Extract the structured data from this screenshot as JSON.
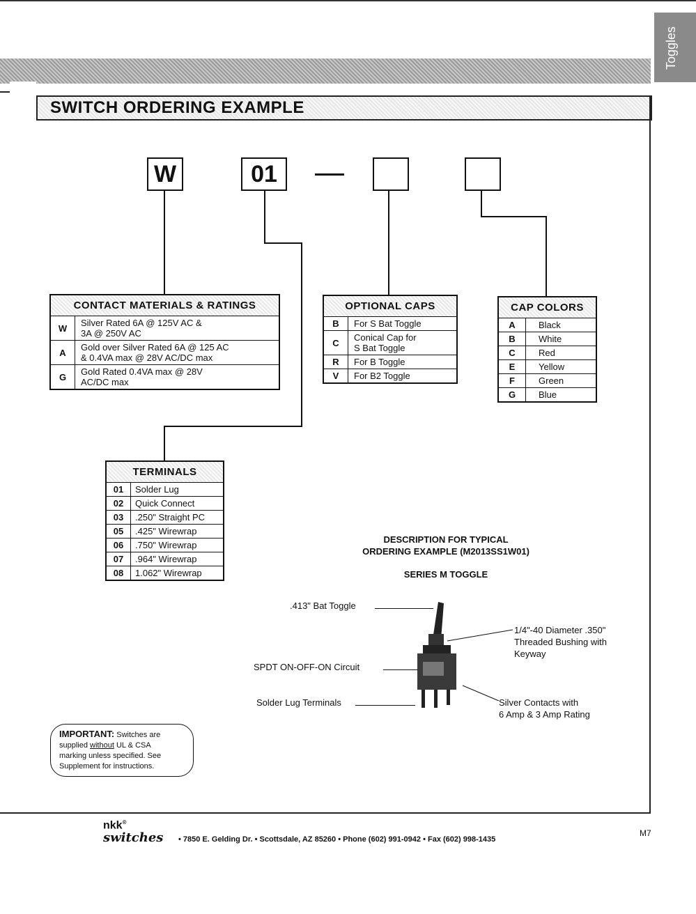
{
  "side_tab": "Toggles",
  "section_title": "SWITCH ORDERING EXAMPLE",
  "code_boxes": [
    "W",
    "01",
    "",
    ""
  ],
  "contact": {
    "title": "CONTACT MATERIALS & RATINGS",
    "rows": [
      {
        "code": "W",
        "text1": "Silver Rated 6A @ 125V AC &",
        "text2": "3A @ 250V AC"
      },
      {
        "code": "A",
        "text1": "Gold over Silver Rated 6A @ 125 AC",
        "text2": "& 0.4VA max @ 28V AC/DC max"
      },
      {
        "code": "G",
        "text1": "Gold Rated 0.4VA max @ 28V",
        "text2": "AC/DC max"
      }
    ]
  },
  "caps": {
    "title": "OPTIONAL CAPS",
    "rows": [
      {
        "code": "B",
        "text1": "For S Bat Toggle",
        "text2": ""
      },
      {
        "code": "C",
        "text1": "Conical Cap for",
        "text2": "S Bat Toggle"
      },
      {
        "code": "R",
        "text1": "For B Toggle",
        "text2": ""
      },
      {
        "code": "V",
        "text1": "For B2 Toggle",
        "text2": ""
      }
    ]
  },
  "colors": {
    "title": "CAP COLORS",
    "rows": [
      {
        "code": "A",
        "text": "Black"
      },
      {
        "code": "B",
        "text": "White"
      },
      {
        "code": "C",
        "text": "Red"
      },
      {
        "code": "E",
        "text": "Yellow"
      },
      {
        "code": "F",
        "text": "Green"
      },
      {
        "code": "G",
        "text": "Blue"
      }
    ]
  },
  "terminals": {
    "title": "TERMINALS",
    "rows": [
      {
        "code": "01",
        "text": "Solder Lug"
      },
      {
        "code": "02",
        "text": "Quick Connect"
      },
      {
        "code": "03",
        "text": ".250\" Straight PC"
      },
      {
        "code": "05",
        "text": ".425\" Wirewrap"
      },
      {
        "code": "06",
        "text": ".750\" Wirewrap"
      },
      {
        "code": "07",
        "text": ".964\" Wirewrap"
      },
      {
        "code": "08",
        "text": "1.062\" Wirewrap"
      }
    ]
  },
  "description": {
    "line1": "DESCRIPTION FOR TYPICAL",
    "line2": "ORDERING EXAMPLE (M2013SS1W01)",
    "series": "SERIES M TOGGLE"
  },
  "callouts": {
    "bat": ".413\" Bat Toggle",
    "bushing1": "1/4\"-40 Diameter .350\"",
    "bushing2": "Threaded Bushing with",
    "bushing3": "Keyway",
    "circuit": "SPDT   ON-OFF-ON Circuit",
    "terminals": "Solder Lug Terminals",
    "contacts1": "Silver Contacts with",
    "contacts2": "6 Amp & 3 Amp Rating"
  },
  "important": {
    "label": "IMPORTANT:",
    "text_a": "Switches are",
    "text_b": "supplied",
    "text_under": "without",
    "text_c": "UL & CSA",
    "text_d": "marking unless specified.  See",
    "text_e": "Supplement for instructions."
  },
  "footer": {
    "logo_top": "nkk",
    "logo_reg": "®",
    "logo_bottom": "switches",
    "address": "•  7850 E. Gelding Dr.  •  Scottsdale, AZ 85260  •  Phone (602) 991-0942  •  Fax (602) 998-1435",
    "page": "M7"
  }
}
